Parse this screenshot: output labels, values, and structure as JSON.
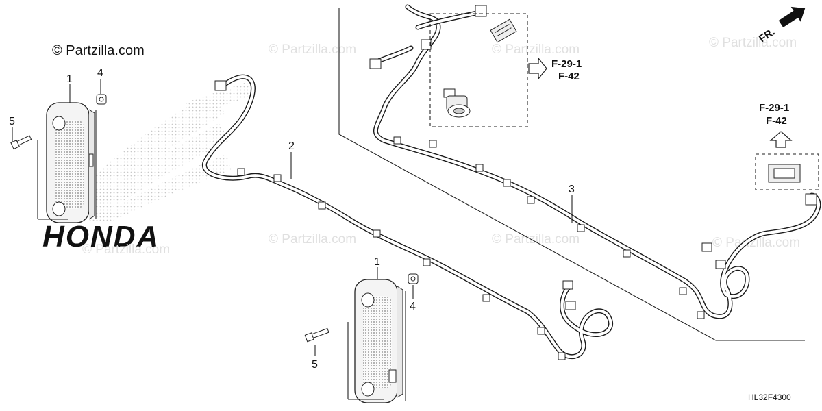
{
  "copyright": "© Partzilla.com",
  "watermark": "© Partzilla.com",
  "background_logo": "HONDA",
  "direction_label": "FR.",
  "figure_code": "HL32F4300",
  "callouts": [
    {
      "id": "light-upper",
      "label": "1"
    },
    {
      "id": "light-lower",
      "label": "1"
    },
    {
      "id": "harness-front",
      "label": "2"
    },
    {
      "id": "harness-rear",
      "label": "3"
    },
    {
      "id": "grommet-upper",
      "label": "4"
    },
    {
      "id": "grommet-lower",
      "label": "4"
    },
    {
      "id": "bolt-upper",
      "label": "5"
    },
    {
      "id": "bolt-lower",
      "label": "5"
    }
  ],
  "references": [
    {
      "id": "ref-upper",
      "lines": [
        "F-29-1",
        "F-42"
      ]
    },
    {
      "id": "ref-right",
      "lines": [
        "F-29-1",
        "F-42"
      ]
    }
  ]
}
